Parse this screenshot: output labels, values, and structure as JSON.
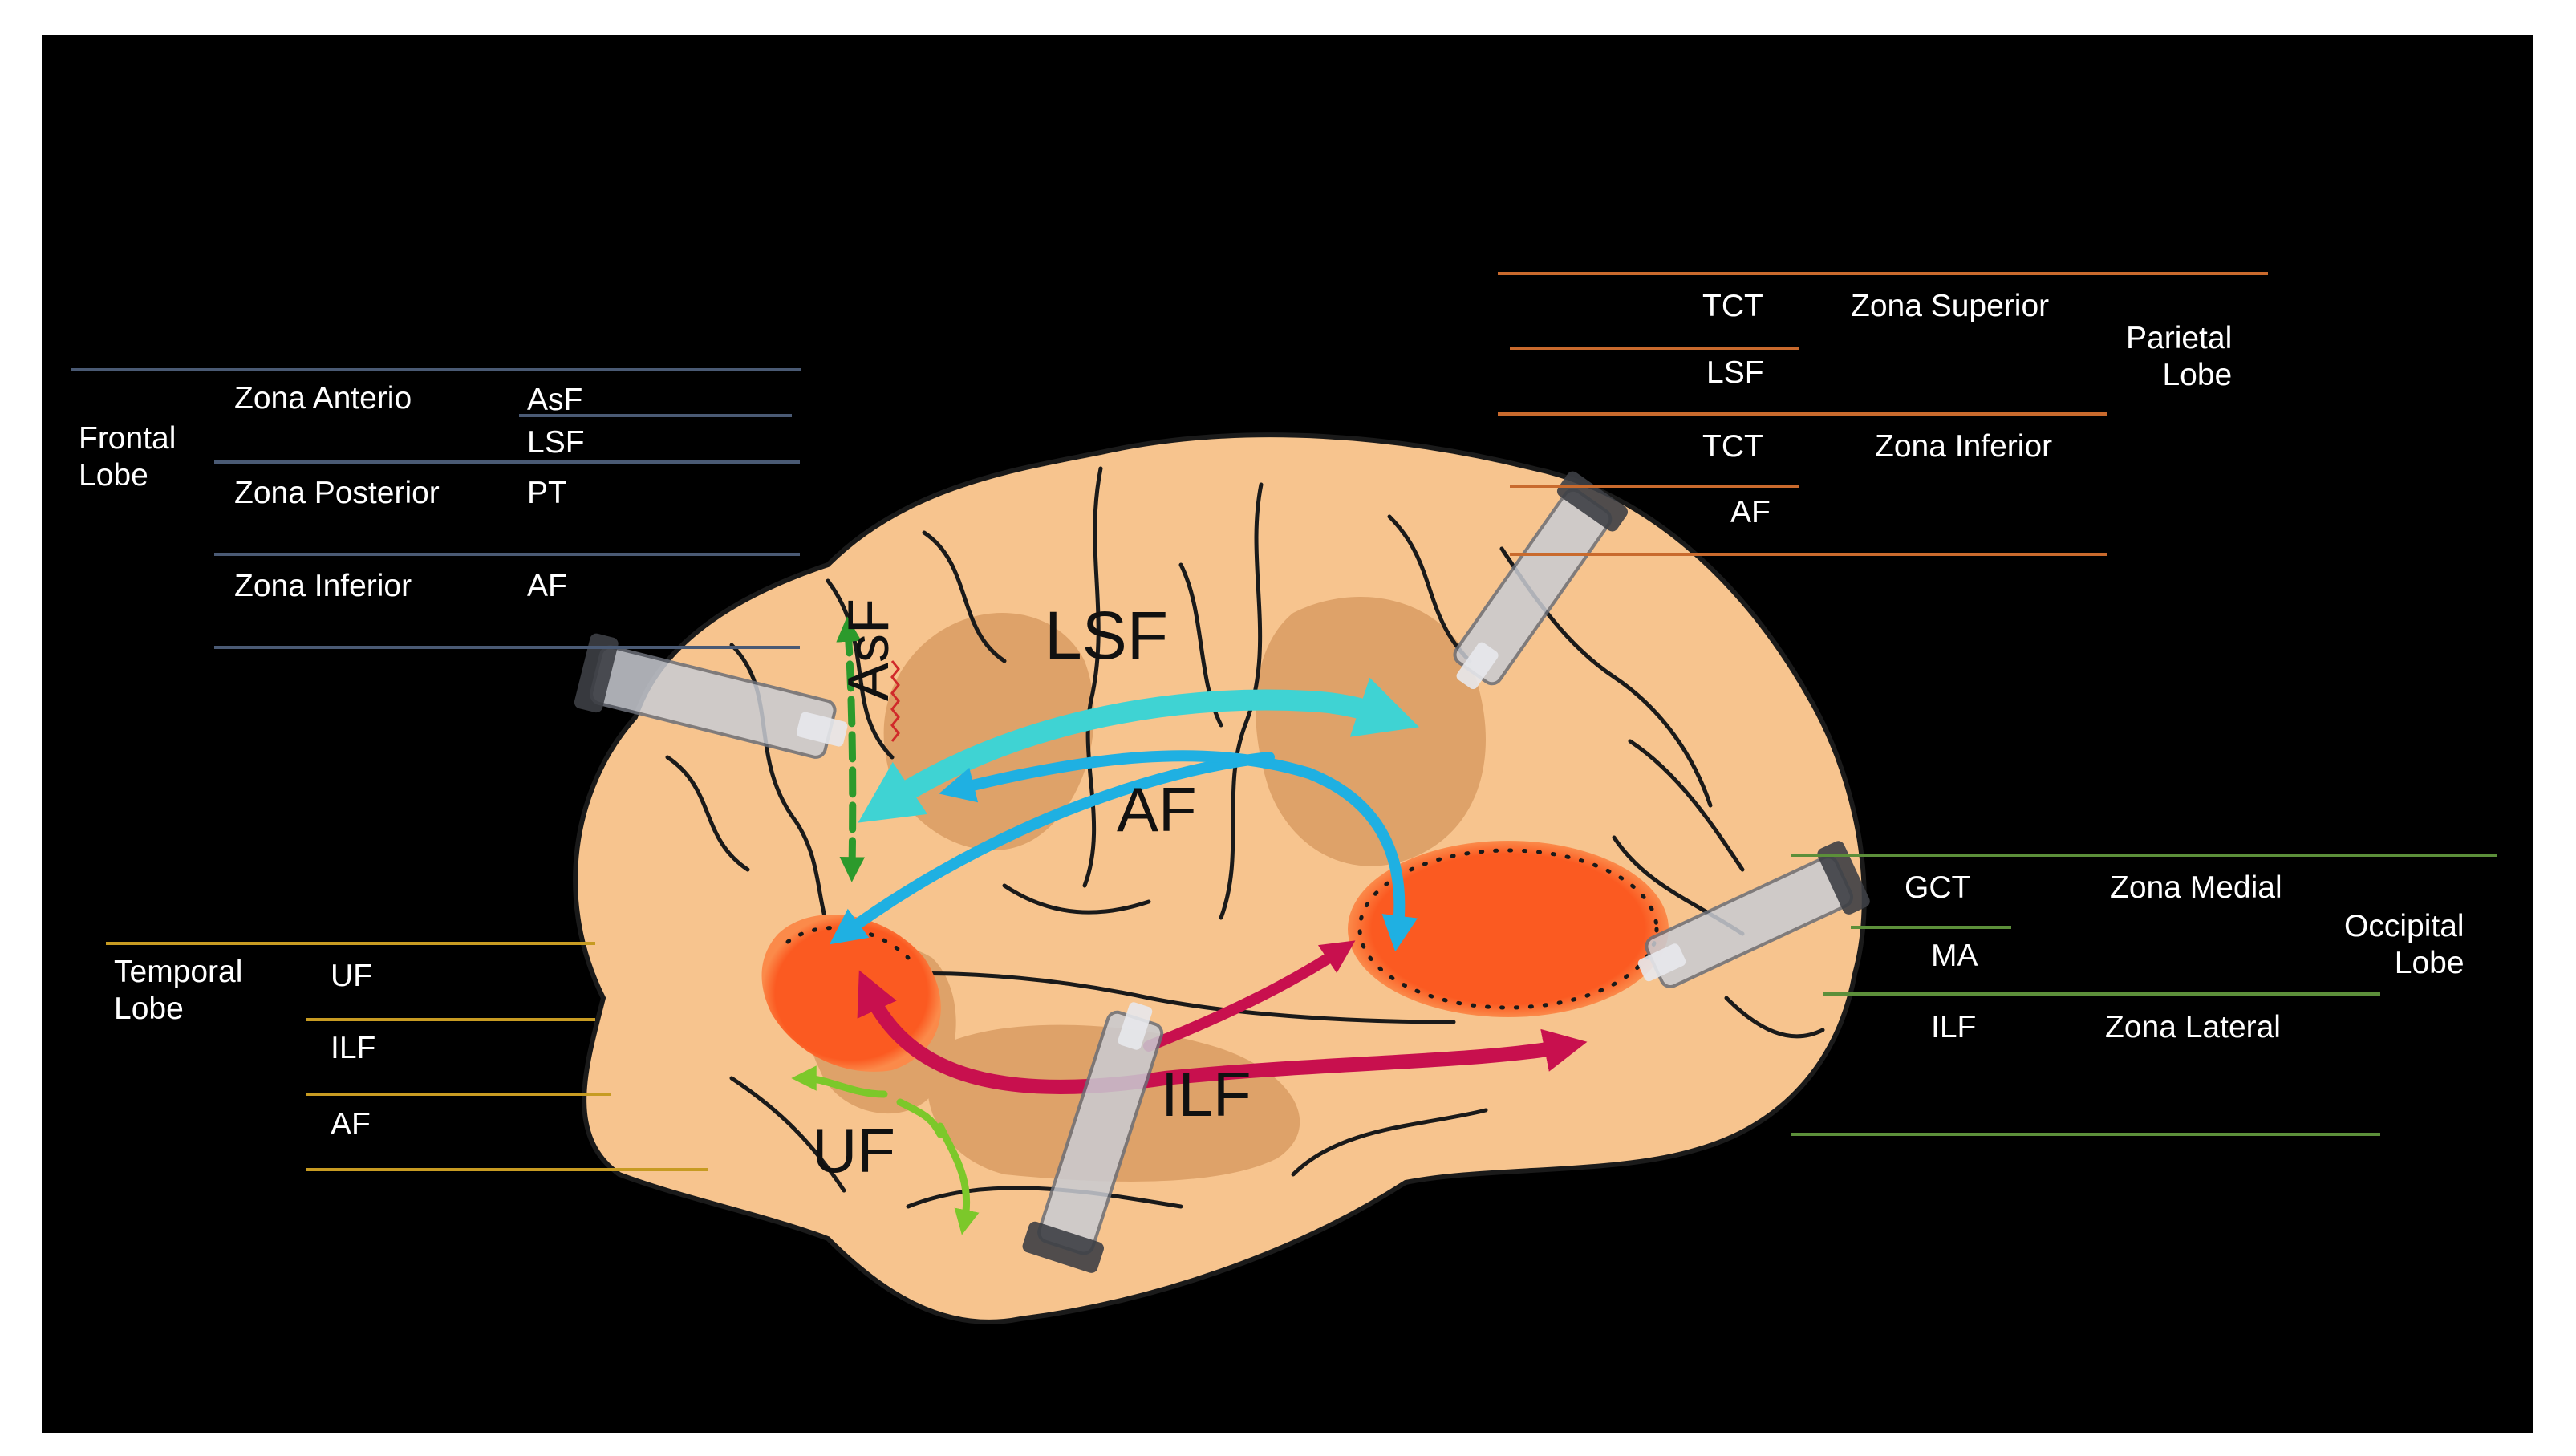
{
  "frontal": {
    "lobe_line1": "Frontal",
    "lobe_line2": "Lobe",
    "zones": [
      {
        "zone": "Zona Anterio",
        "tracts": [
          "AsF",
          "LSF"
        ]
      },
      {
        "zone": "Zona Posterior",
        "tracts": [
          "PT"
        ]
      },
      {
        "zone": "Zona Inferior",
        "tracts": [
          "AF"
        ]
      }
    ]
  },
  "parietal": {
    "lobe_line1": "Parietal",
    "lobe_line2": "Lobe",
    "zones": [
      {
        "zone": "Zona Superior",
        "tracts": [
          "TCT",
          "LSF"
        ]
      },
      {
        "zone": "Zona Inferior",
        "tracts": [
          "TCT",
          "AF"
        ]
      }
    ]
  },
  "occipital": {
    "lobe_line1": "Occipital",
    "lobe_line2": "Lobe",
    "zones": [
      {
        "zone": "Zona Medial",
        "tracts": [
          "GCT",
          "MA"
        ]
      },
      {
        "zone": "Zona Lateral",
        "tracts": [
          "ILF"
        ]
      }
    ]
  },
  "temporal": {
    "lobe_line1": "Temporal",
    "lobe_line2": "Lobe",
    "tracts": [
      "UF",
      "ILF",
      "AF"
    ]
  },
  "brain_labels": {
    "lsf": "LSF",
    "asf": "AsF",
    "af": "AF",
    "ilf": "ILF",
    "uf": "UF"
  },
  "colors": {
    "brain": "#f7c48e",
    "cortex_region": "#dea269",
    "activation": "#fb5a21",
    "lsf_arrow": "#3fd3d3",
    "af_arrow": "#1fb0e2",
    "ilf_arrow": "#c8104e",
    "uf_arrow": "#7cc82a",
    "asf_arrow": "#2c9a2c",
    "frontal_lines": "#4a5a74",
    "parietal_lines": "#c96a2d",
    "occipital_lines": "#5c8f3a",
    "temporal_lines": "#c79b22"
  }
}
